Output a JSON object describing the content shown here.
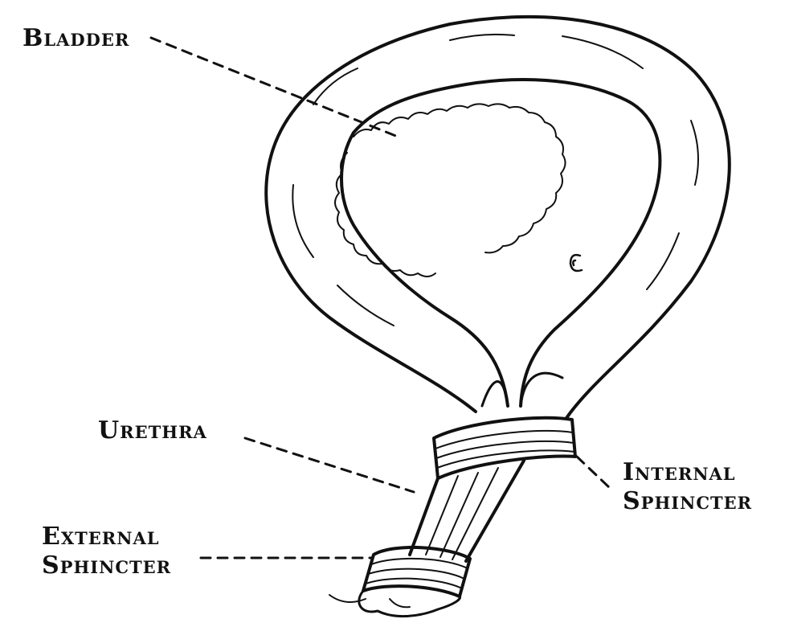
{
  "labels": {
    "bladder": "Bladder",
    "urethra": "Urethra",
    "internal_sphincter": [
      "Internal",
      "Sphincter"
    ],
    "external_sphincter": [
      "External",
      "Sphincter"
    ]
  },
  "colors": {
    "ink": "#111111",
    "background": "#ffffff"
  }
}
